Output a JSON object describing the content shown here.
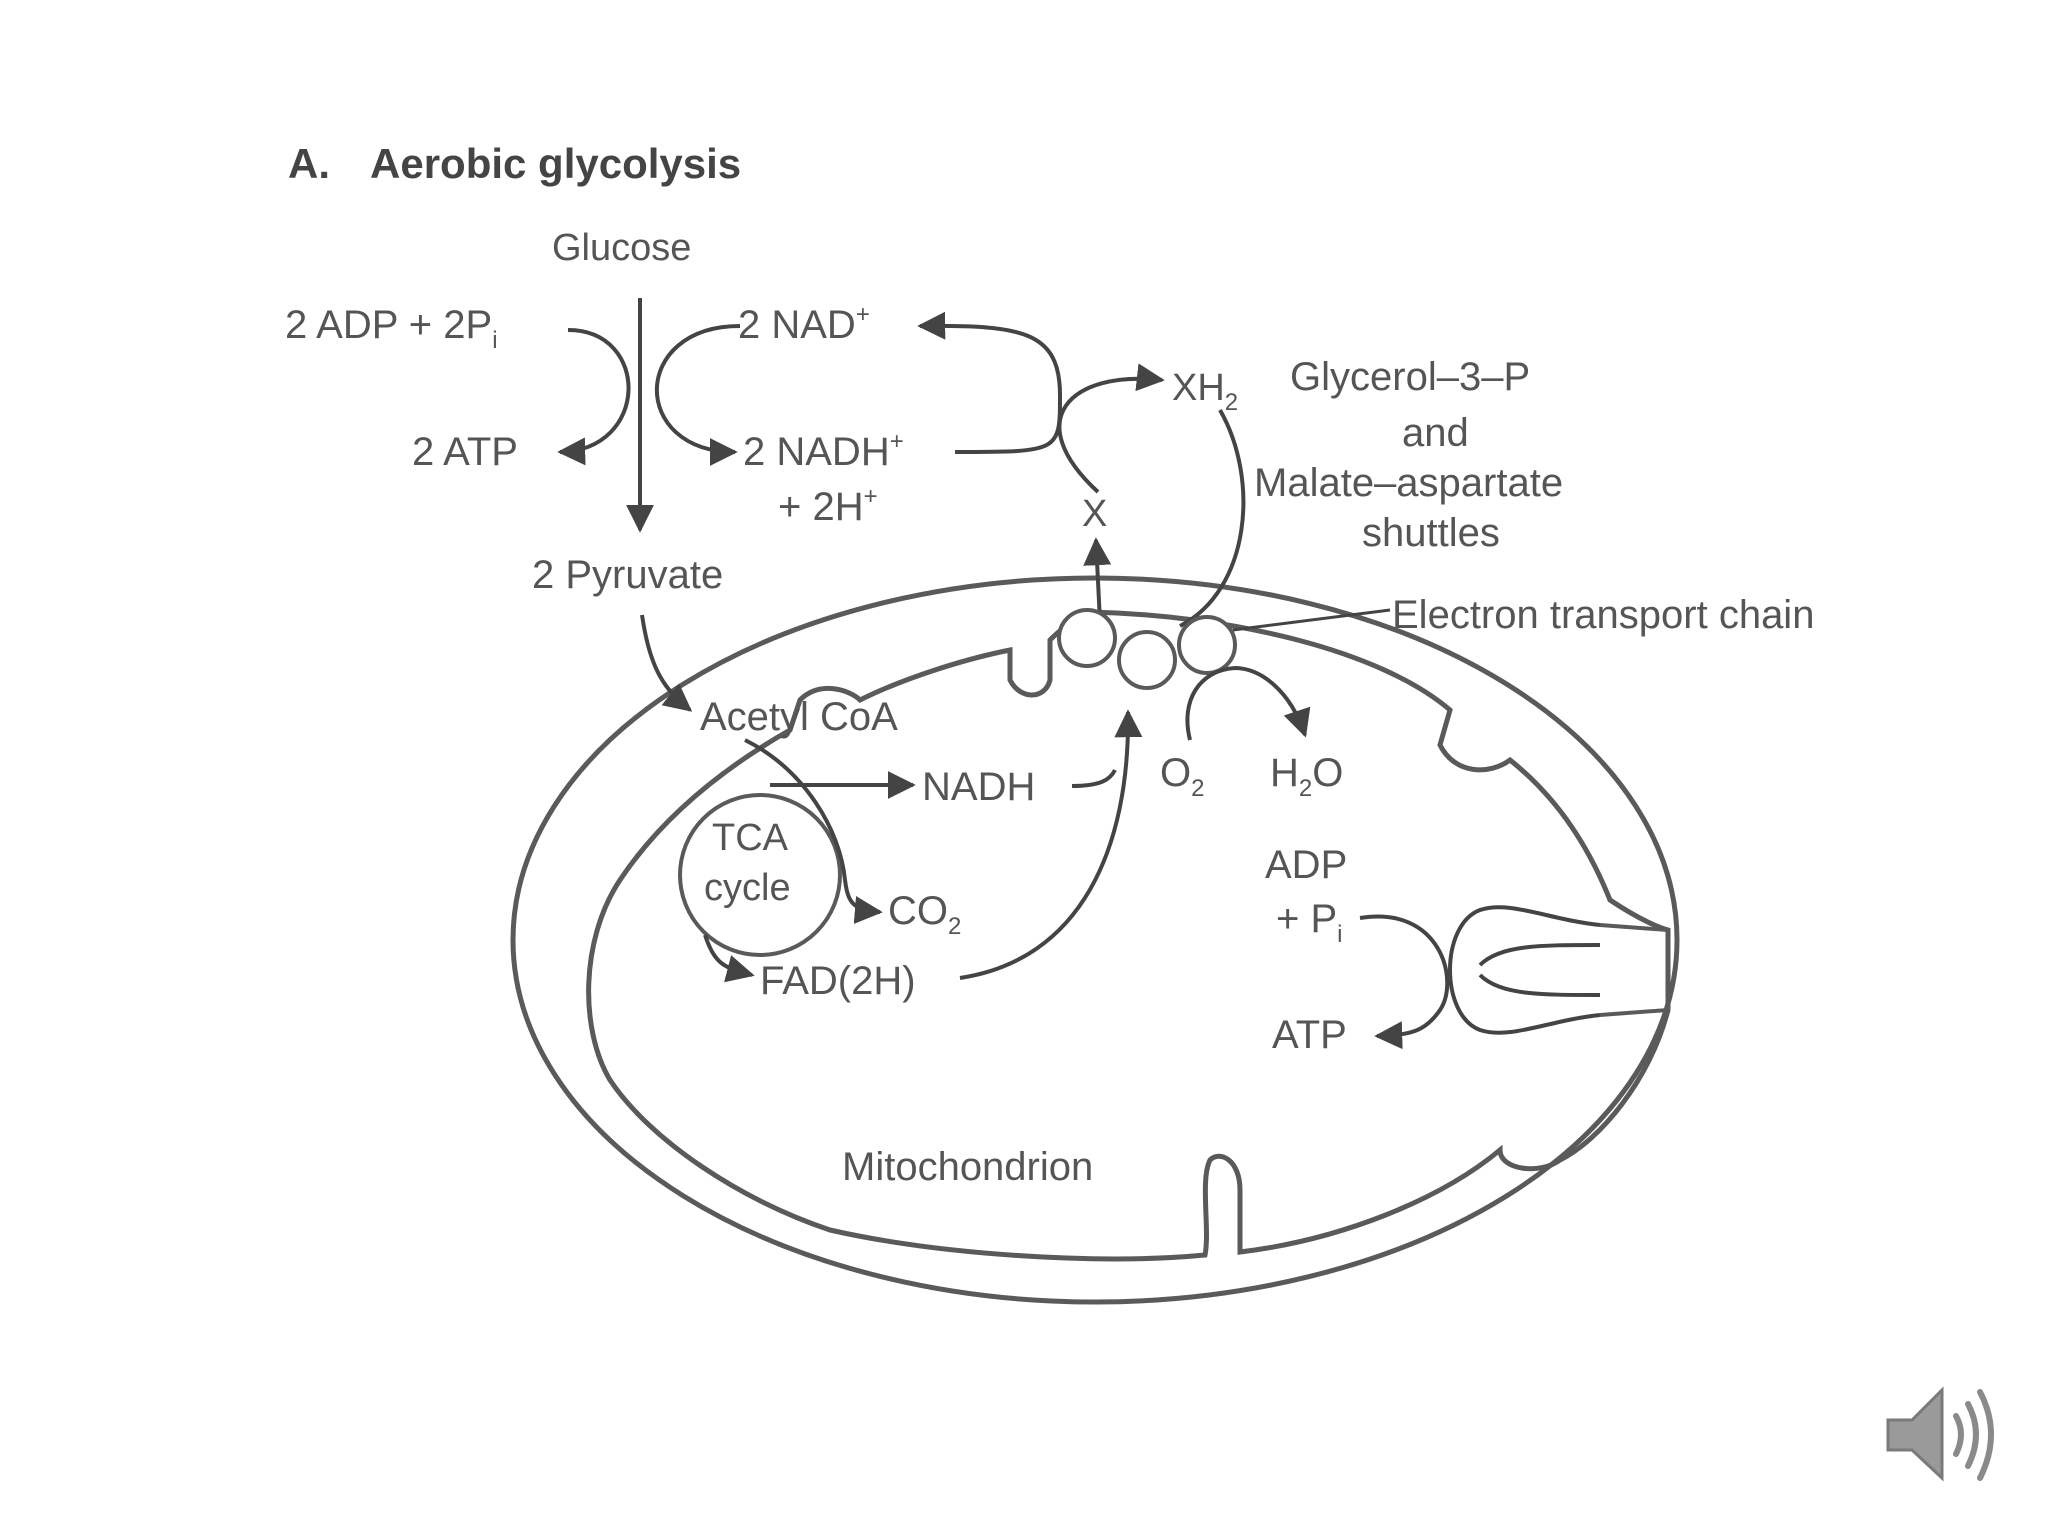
{
  "title": {
    "letter": "A.",
    "text": "Aerobic glycolysis"
  },
  "glycolysis": {
    "glucose": "Glucose",
    "adp": "2 ADP + 2P",
    "adp_sub": "i",
    "atp": "2 ATP",
    "nad": "2 NAD",
    "nad_sup": "+",
    "nadh": "2 NADH",
    "nadh_sup": "+",
    "h": "+ 2H",
    "h_sup": "+",
    "pyruvate": "2 Pyruvate"
  },
  "shuttle": {
    "xh2": "XH",
    "xh2_sub": "2",
    "x": "X",
    "line1": "Glycerol–3–P",
    "line2": "and",
    "line3": "Malate–aspartate",
    "line4": "shuttles"
  },
  "etc_label": "Electron transport chain",
  "mito": {
    "acetyl": "Acetyl CoA",
    "nadh": "NADH",
    "tca1": "TCA",
    "tca2": "cycle",
    "co2": "CO",
    "co2_sub": "2",
    "fad": "FAD(2H)",
    "o2": "O",
    "o2_sub": "2",
    "h2o_h": "H",
    "h2o_sub": "2",
    "h2o_o": "O",
    "adp": "ADP",
    "pi": "+ P",
    "pi_sub": "i",
    "atp": "ATP",
    "name": "Mitochondrion"
  },
  "colors": {
    "ink": "#555555",
    "line": "#5a5a5a",
    "speaker": "#9a9a9a"
  },
  "speaker_icon": "speaker-volume-icon"
}
